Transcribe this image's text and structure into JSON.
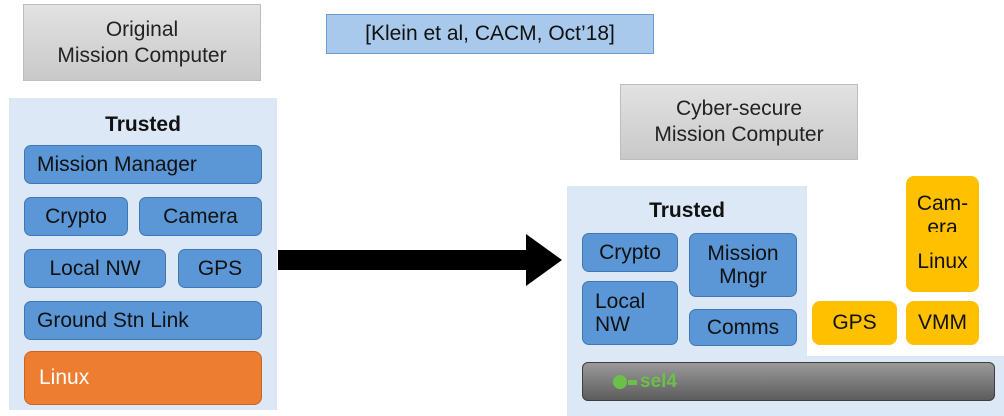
{
  "original": {
    "title_line1": "Original",
    "title_line2": "Mission Computer",
    "trusted_label": "Trusted",
    "mission_manager": "Mission Manager",
    "crypto": "Crypto",
    "camera": "Camera",
    "local_nw": "Local NW",
    "gps": "GPS",
    "ground_link": "Ground Stn Link",
    "linux": "Linux"
  },
  "citation": "[Klein et al, CACM, Oct’18]",
  "secure": {
    "title_line1": "Cyber-secure",
    "title_line2": "Mission Computer",
    "trusted_label": "Trusted",
    "crypto": "Crypto",
    "mission_line1": "Mission",
    "mission_line2": "Mngr",
    "local_line1": "Local",
    "local_line2": "NW",
    "comms": "Comms",
    "camera_line1": "Cam-",
    "camera_line2": "era",
    "linux": "Linux",
    "gps": "GPS",
    "vmm": "VMM",
    "sel4_logo_text": "sel4"
  },
  "colors": {
    "trusted_panel": "#dce8f6",
    "component_blue": "#5b97d6",
    "linux_orange": "#ed7d31",
    "untrusted_yellow": "#ffc000",
    "sel4_green": "#6cc04a"
  }
}
